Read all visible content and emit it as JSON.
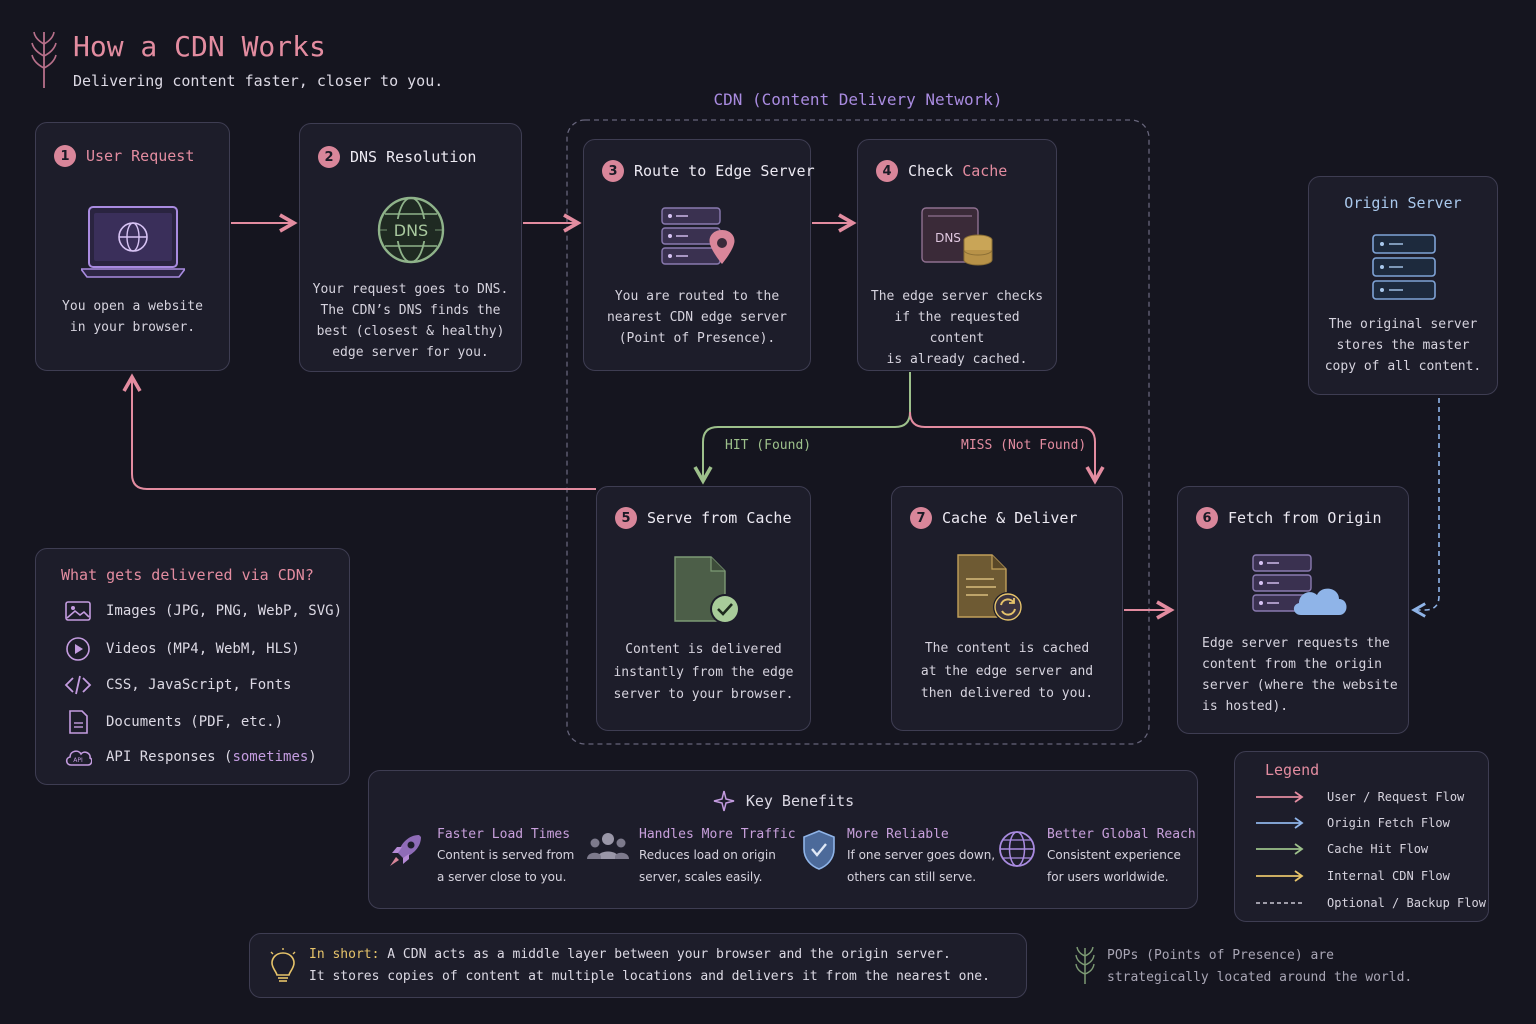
{
  "header": {
    "title": "How a CDN Works",
    "subtitle": "Delivering content faster, closer to you."
  },
  "cdn_region_label": "CDN (Content Delivery Network)",
  "steps": [
    {
      "num": "1",
      "title": "User Request",
      "desc": [
        "You open a website",
        "in your browser."
      ]
    },
    {
      "num": "2",
      "title": "DNS Resolution",
      "desc": [
        "Your request goes to DNS.",
        "The CDN’s DNS finds the",
        "best (closest & healthy)",
        "edge server for you."
      ]
    },
    {
      "num": "3",
      "title": "Route to Edge Server",
      "desc": [
        "You are routed to the",
        "nearest CDN edge server",
        "(Point of Presence)."
      ]
    },
    {
      "num": "4",
      "title_a": "Check ",
      "title_b": "Cache",
      "desc": [
        "The edge server checks",
        "if the requested content",
        "is already cached."
      ]
    },
    {
      "num": "5",
      "title": "Serve from Cache",
      "desc": [
        "Content is delivered",
        "instantly from the edge",
        "server to your browser."
      ]
    },
    {
      "num": "6",
      "title": "Fetch from Origin",
      "desc": [
        "Edge server requests the",
        "content from the origin",
        "server (where the website",
        "is hosted)."
      ]
    },
    {
      "num": "7",
      "title": "Cache & Deliver",
      "desc": [
        "The content is cached",
        "at the edge server and",
        "then delivered to you."
      ]
    }
  ],
  "dns_icon_text": "DNS",
  "cache_icon_text": "DNS",
  "origin": {
    "title": "Origin Server",
    "desc": [
      "The original server",
      "stores the master",
      "copy of all content."
    ]
  },
  "branches": {
    "hit": "HIT (Found)",
    "miss": "MISS (Not Found)"
  },
  "delivered": {
    "title": "What gets delivered via CDN?",
    "items": [
      {
        "icon": "image-icon",
        "text": "Images (JPG, PNG, WebP, SVG)"
      },
      {
        "icon": "video-icon",
        "text": "Videos (MP4, WebM, HLS)"
      },
      {
        "icon": "code-icon",
        "text": "CSS, JavaScript, Fonts"
      },
      {
        "icon": "document-icon",
        "text": "Documents (PDF, etc.)"
      },
      {
        "icon": "api-cloud-icon",
        "text_a": "API Responses (",
        "text_b": "sometimes",
        "text_c": ")"
      }
    ],
    "api_icon_text": "API"
  },
  "benefits": {
    "title": "Key Benefits",
    "items": [
      {
        "icon": "rocket-icon",
        "title": "Faster Load Times",
        "desc": [
          "Content is served from",
          "a server close to you."
        ]
      },
      {
        "icon": "users-icon",
        "title": "Handles More Traffic",
        "desc": [
          "Reduces load on origin",
          "server, scales easily."
        ]
      },
      {
        "icon": "shield-icon",
        "title": "More Reliable",
        "desc": [
          "If one server goes down,",
          "others can still serve."
        ]
      },
      {
        "icon": "globe-icon",
        "title": "Better Global Reach",
        "desc": [
          "Consistent experience",
          "for users worldwide."
        ]
      }
    ]
  },
  "legend": {
    "title": "Legend",
    "items": [
      {
        "text": "User / Request Flow",
        "color": "#e38ca0",
        "dashed": false
      },
      {
        "text": "Origin Fetch Flow",
        "color": "#8fb4e8",
        "dashed": false
      },
      {
        "text": "Cache Hit Flow",
        "color": "#9dc08b",
        "dashed": false
      },
      {
        "text": "Internal CDN Flow",
        "color": "#e6c36a",
        "dashed": false
      },
      {
        "text": "Optional / Backup Flow",
        "color": "#c9c6d2",
        "dashed": true
      }
    ]
  },
  "summary": {
    "prefix": "In short:",
    "line1": " A CDN acts as a middle layer between your browser and the origin server.",
    "line2": "It stores copies of content at multiple locations and delivers it from the nearest one."
  },
  "pops_note": [
    "POPs (Points of Presence) are",
    "strategically located around the world."
  ],
  "colors": {
    "request": "#e38ca0",
    "origin": "#8fb4e8",
    "hit": "#9dc08b",
    "internal": "#e6c36a",
    "accent_purple": "#a98be0"
  }
}
